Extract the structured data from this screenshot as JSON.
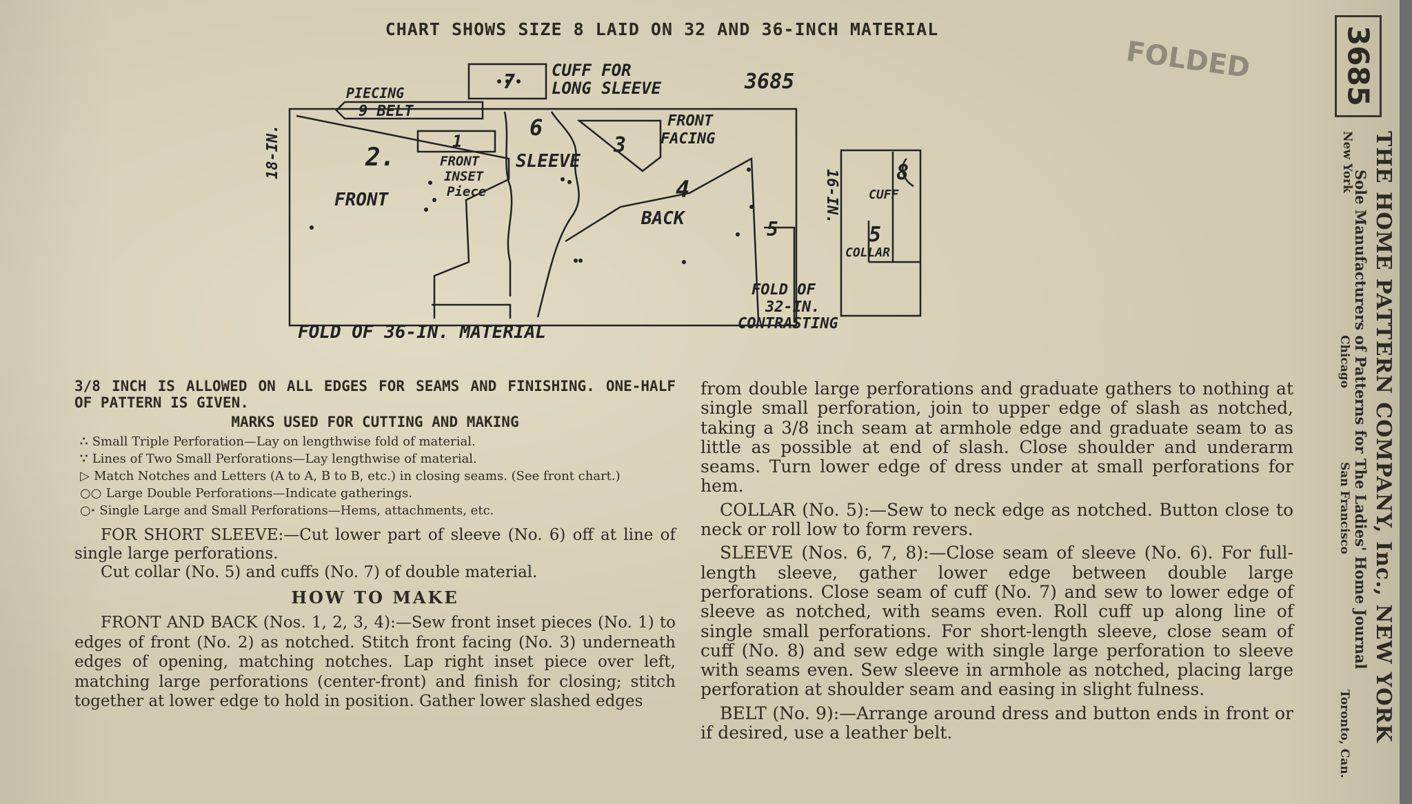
{
  "chart_title": "CHART SHOWS SIZE 8 LAID ON 32 AND 36-INCH MATERIAL",
  "pattern_number": "3685",
  "stamp_text": "FOLDED",
  "publisher": {
    "name": "THE HOME PATTERN COMPANY, Inc., NEW YORK",
    "tagline": "Sole Manufacturers of Patterns for The Ladies' Home Journal",
    "cities": [
      "New York",
      "Chicago",
      "San Francisco",
      "Toronto, Can."
    ]
  },
  "diagram": {
    "number": "3685",
    "cuff_label": "CUFF FOR",
    "cuff_label2": "LONG SLEEVE",
    "piecing": "PIECING",
    "belt": "9 BELT",
    "piece_1": "1",
    "front_inset": [
      "FRONT",
      "INSET",
      "Piece"
    ],
    "piece_2": "2.",
    "front": "FRONT",
    "piece_6": "6",
    "sleeve": "SLEEVE",
    "piece_3": "3",
    "front_facing": [
      "FRONT",
      "FACING"
    ],
    "piece_4": "4",
    "back": "BACK",
    "piece_5": "5",
    "piece_7": "7",
    "piece_8": "8",
    "cuff": "CUFF",
    "collar": "COLLAR",
    "width_left": "18-IN.",
    "width_right": "16-IN.",
    "fold_36": "FOLD OF 36-IN. MATERIAL",
    "fold_32": [
      "FOLD OF",
      "32-IN.",
      "CONTRASTING"
    ]
  },
  "instructions_left": {
    "seam_note": "3/8 INCH IS ALLOWED ON ALL EDGES FOR SEAMS AND FINISHING. ONE-HALF OF PATTERN IS GIVEN.",
    "marks_heading": "MARKS USED FOR CUTTING AND MAKING",
    "marks": [
      "Small Triple Perforation—Lay on lengthwise fold of material.",
      "Lines of Two Small Perforations—Lay lengthwise of material.",
      "Match Notches and Letters (A to A, B to B, etc.) in closing seams. (See front chart.)",
      "Large Double Perforations—Indicate gatherings.",
      "Single Large and Small Perforations—Hems, attachments, etc."
    ],
    "short_sleeve": "FOR SHORT SLEEVE:—Cut lower part of sleeve (No. 6) off at line of single large perforations.",
    "cut_collar": "Cut collar (No. 5) and cuffs (No. 7) of double material.",
    "how_heading": "HOW TO MAKE",
    "front_back": "FRONT AND BACK (Nos. 1, 2, 3, 4):—Sew front inset pieces (No. 1) to edges of front (No. 2) as notched. Stitch front facing (No. 3) underneath edges of opening, matching notches. Lap right inset piece over left, matching large perforations (center-front) and finish for closing; stitch together at lower edge to hold in position. Gather lower slashed edges"
  },
  "instructions_right": {
    "cont": "from double large perforations and graduate gathers to nothing at single small perforation, join to upper edge of slash as notched, taking a 3/8 inch seam at armhole edge and graduate seam to as little as possible at end of slash. Close shoulder and underarm seams. Turn lower edge of dress under at small perforations for hem.",
    "collar": "COLLAR (No. 5):—Sew to neck edge as notched. Button close to neck or roll low to form revers.",
    "sleeve": "SLEEVE (Nos. 6, 7, 8):—Close seam of sleeve (No. 6). For full-length sleeve, gather lower edge between double large perforations. Close seam of cuff (No. 7) and sew to lower edge of sleeve as notched, with seams even. Roll cuff up along line of single small perforations. For short-length sleeve, close seam of cuff (No. 8) and sew edge with single large perforation to sleeve with seams even. Sew sleeve in armhole as notched, placing large perforation at shoulder seam and easing in slight fulness.",
    "belt": "BELT (No. 9):—Arrange around dress and button ends in front or if desired, use a leather belt."
  }
}
